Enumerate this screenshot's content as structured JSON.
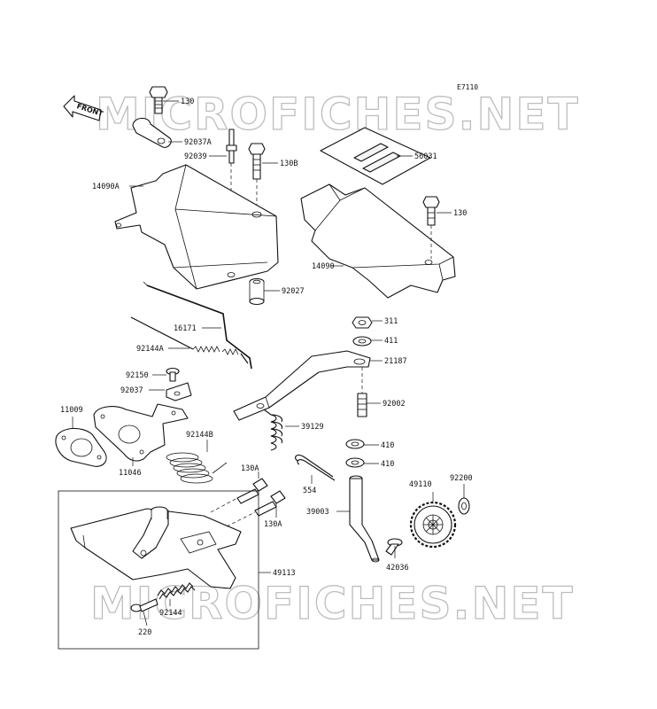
{
  "diagram_code": "E7110",
  "front_label": "FRONT",
  "watermark": "MICROFICHES.NET",
  "parts": {
    "p130_top": "130",
    "p92037A": "92037A",
    "p92039": "92039",
    "p130B": "130B",
    "p56031": "56031",
    "p14090A": "14090A",
    "p130_right": "130",
    "p14090": "14090",
    "p92027": "92027",
    "p16171": "16171",
    "p311": "311",
    "p92144A": "92144A",
    "p411": "411",
    "p21187": "21187",
    "p92150": "92150",
    "p92037": "92037",
    "p92002": "92002",
    "p11009": "11009",
    "p39129": "39129",
    "p92144B": "92144B",
    "p410a": "410",
    "p11046": "11046",
    "p410b": "410",
    "p130A_top": "130A",
    "p554": "554",
    "p49110": "49110",
    "p92200": "92200",
    "p39003": "39003",
    "p130A_bottom": "130A",
    "p42036": "42036",
    "p49113": "49113",
    "p92144": "92144",
    "p220": "220"
  }
}
